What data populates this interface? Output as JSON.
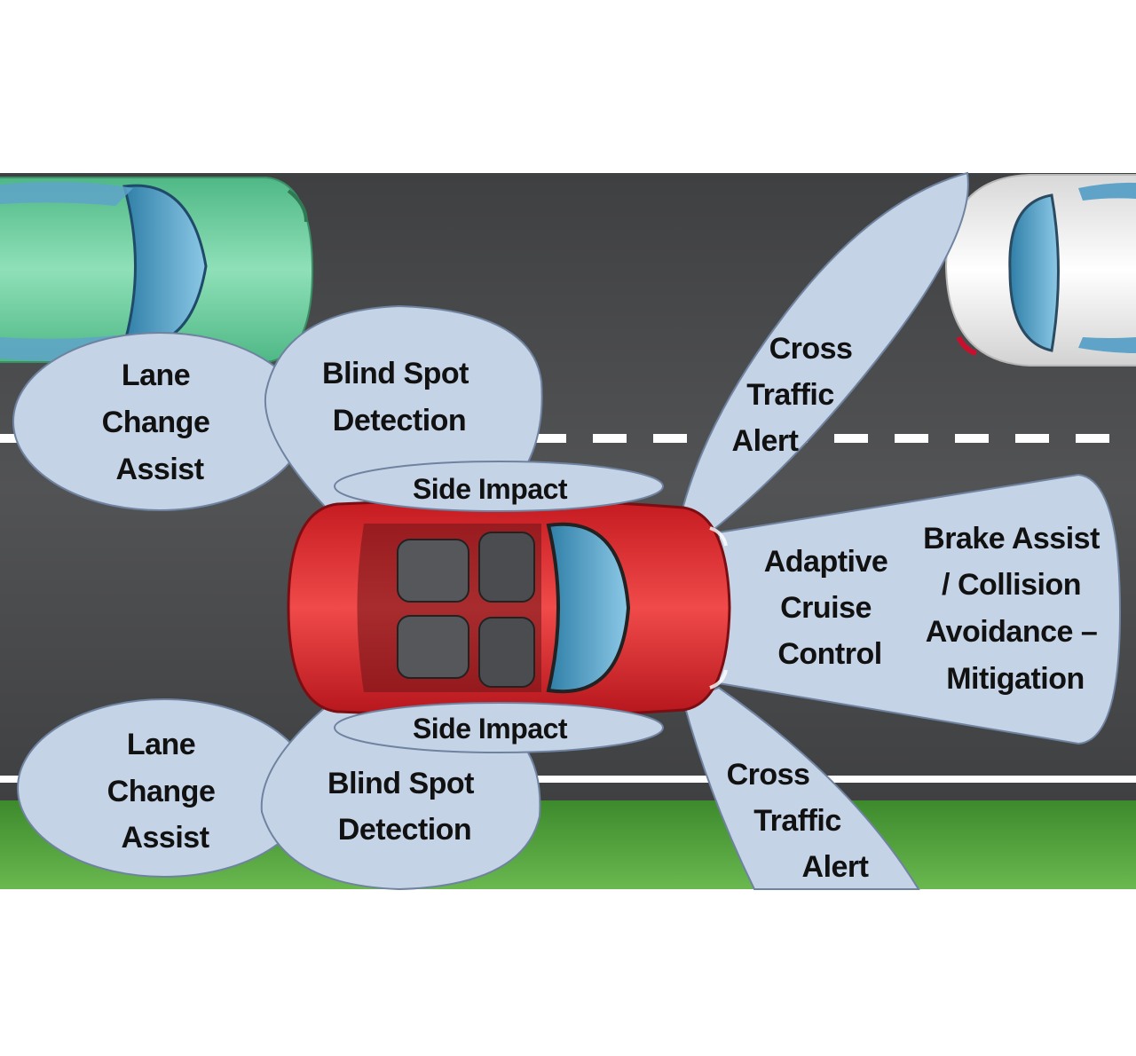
{
  "labels": {
    "lca_top": [
      "Lane",
      "Change",
      "Assist"
    ],
    "bsd_top": [
      "Blind Spot",
      "Detection"
    ],
    "side_top": "Side Impact",
    "cta_top": [
      "Cross",
      "Traffic",
      "Alert"
    ],
    "acc": [
      "Adaptive",
      "Cruise",
      "Control"
    ],
    "brake": [
      "Brake Assist",
      "/ Collision",
      "Avoidance –",
      "Mitigation"
    ],
    "side_bottom": "Side Impact",
    "lca_bottom": [
      "Lane",
      "Change",
      "Assist"
    ],
    "bsd_bottom": [
      "Blind Spot",
      "Detection"
    ],
    "cta_bottom": [
      "Cross",
      "Traffic",
      "Alert"
    ]
  },
  "colors": {
    "zone_fill": "#c5d3e6",
    "zone_stroke": "#6f83a0",
    "road": "#4a4b4d",
    "grass": "#4f9a3a",
    "ego_car": "#e0262b",
    "left_car": "#6fcf9f",
    "right_car": "#eeeeee"
  }
}
